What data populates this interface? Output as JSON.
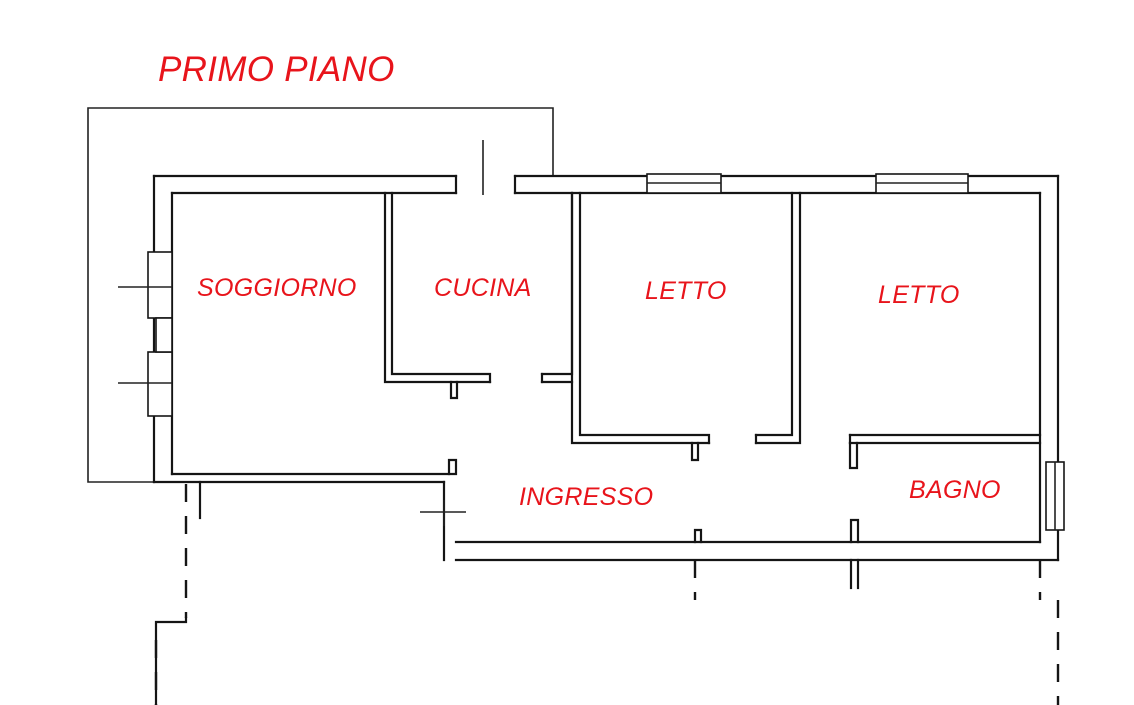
{
  "plan": {
    "title": "PRIMO PIANO",
    "rooms": [
      {
        "id": "soggiorno",
        "label": "SOGGIORNO"
      },
      {
        "id": "cucina",
        "label": "CUCINA"
      },
      {
        "id": "letto-1",
        "label": "LETTO"
      },
      {
        "id": "letto-2",
        "label": "LETTO"
      },
      {
        "id": "ingresso",
        "label": "INGRESSO"
      },
      {
        "id": "bagno",
        "label": "BAGNO"
      }
    ]
  },
  "colors": {
    "label": "#e8141b",
    "walls": "#151515",
    "background": "#ffffff"
  }
}
